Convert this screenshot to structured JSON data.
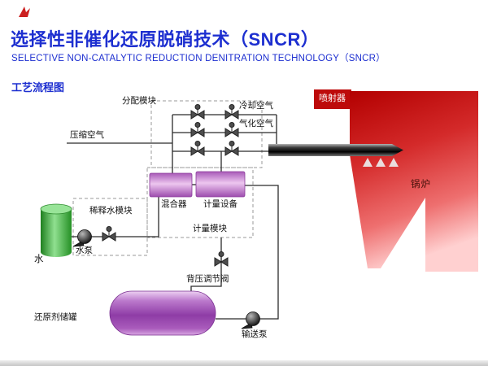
{
  "page": {
    "title": "选择性非催化还原脱硝技术（SNCR）",
    "subtitle": "SELECTIVE NON-CATALYTIC REDUCTION DENITRATION TECHNOLOGY（SNCR）",
    "section_label": "工艺流程图"
  },
  "colors": {
    "title_blue": "#1d2fd0",
    "boiler_red": "#c00000",
    "tank_purple": "#8e3ca6",
    "water_green": "#3aa63a",
    "module_pink": "#c883cf",
    "pipe": "#2b2b2b"
  },
  "diagram": {
    "labels": {
      "distribution_module": "分配模块",
      "cooling_air": "冷却空气",
      "atomizing_air": "气化空气",
      "compressed_air": "压缩空气",
      "injector": "喷射器",
      "boiler": "锅炉",
      "mixer": "混合器",
      "metering_device": "计量设备",
      "metering_module": "计量模块",
      "dilution_water_module": "稀释水模块",
      "water": "水",
      "water_pump": "水泵",
      "back_pressure_valve": "背压调节阀",
      "reducing_agent_tank": "还原剂储罐",
      "transfer_pump": "输送泵"
    }
  }
}
